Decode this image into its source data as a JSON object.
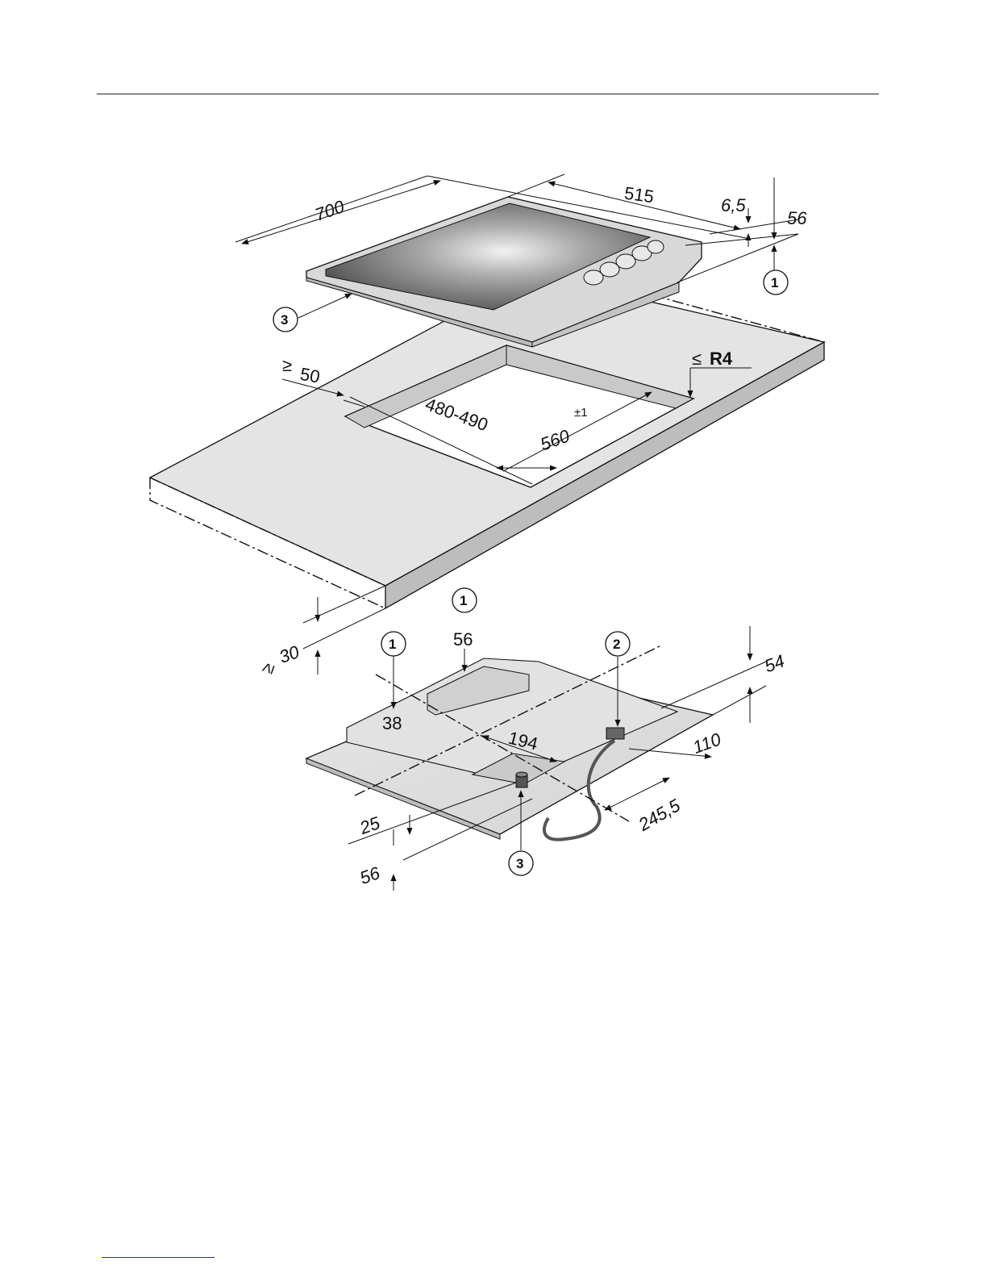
{
  "dimensions": {
    "hob_width": "700",
    "hob_depth": "515",
    "glass_height": "6,5",
    "control_height": "56",
    "cutout_edge_distance": "50",
    "cutout_edge_symbol": "≥",
    "cutout_depth": "480-490",
    "cutout_width": "560",
    "cutout_width_tolerance": "±1",
    "corner_radius_symbol": "≤",
    "corner_radius": "R4",
    "worktop_thickness": "30",
    "worktop_thickness_symbol": "≥",
    "underside_control_56": "56",
    "underside_38": "38",
    "underside_54": "54",
    "underside_194": "194",
    "underside_110": "110",
    "underside_245": "245,5",
    "underside_25": "25",
    "underside_56_front": "56"
  },
  "callouts": {
    "one": "1",
    "two": "2",
    "three": "3"
  },
  "colors": {
    "worktop_top": "#e4e4e4",
    "worktop_edge": "#bdbdbd",
    "glass_dark": "#4a4a4a",
    "hob_frame": "#d8d8d8",
    "line": "#111111"
  }
}
